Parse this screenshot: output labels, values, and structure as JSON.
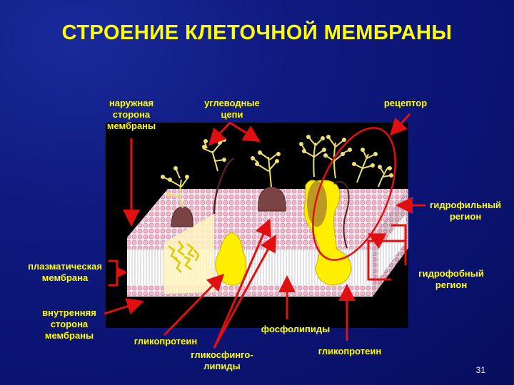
{
  "slide": {
    "title": "СТРОЕНИЕ КЛЕТОЧНОЙ МЕМБРАНЫ",
    "slide_number": "31"
  },
  "labels": {
    "outer_side": "наружная\nсторона\nмембраны",
    "carbohydrate_chains": "углеводные\nцепи",
    "receptor": "рецептор",
    "hydrophilic_region": "гидрофильный\nрегион",
    "hydrophobic_region": "гидрофобный\nрегион",
    "plasma_membrane": "плазматическая\nмембрана",
    "inner_side": "внутренняя\nсторона\nмембраны",
    "glycoprotein_left": "гликопротеин",
    "glycosphingolipids": "гликосфинго-\nлипиды",
    "phospholipids": "фосфолипиды",
    "glycoprotein_right": "гликопротеин"
  },
  "colors": {
    "background": "#0a1370",
    "title": "#ffff00",
    "label_text": "#ffff00",
    "arrow": "#e01010",
    "protein": "#ffee00",
    "lipid_head": "#f2dbe6",
    "diagram_bg": "#000000"
  }
}
